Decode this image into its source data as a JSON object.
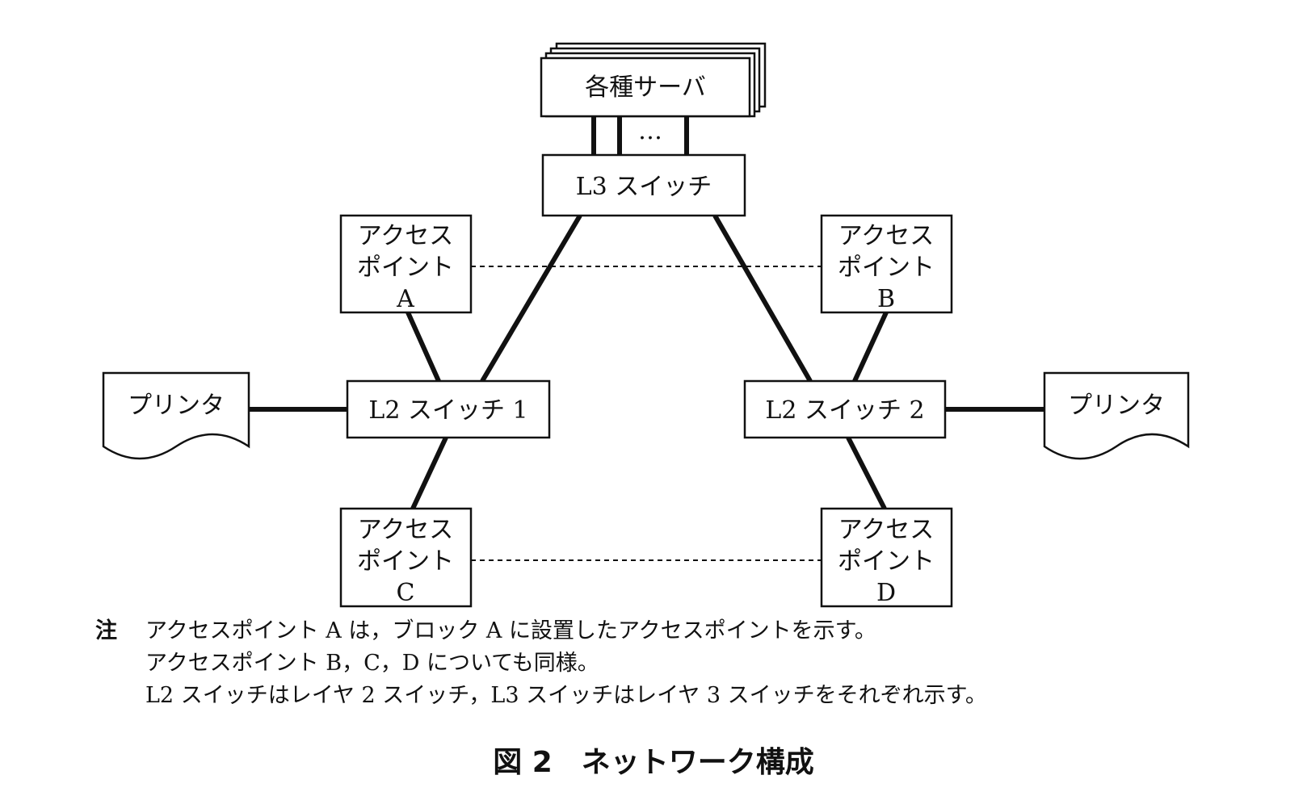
{
  "servers": {
    "label": "各種サーバ",
    "ellipsis": "…"
  },
  "l3_switch": {
    "label": "L3 スイッチ"
  },
  "l2_switch_1": {
    "label": "L2 スイッチ 1"
  },
  "l2_switch_2": {
    "label": "L2 スイッチ 2"
  },
  "access_points": [
    {
      "line1": "アクセス",
      "line2": "ポイント",
      "id": "A"
    },
    {
      "line1": "アクセス",
      "line2": "ポイント",
      "id": "B"
    },
    {
      "line1": "アクセス",
      "line2": "ポイント",
      "id": "C"
    },
    {
      "line1": "アクセス",
      "line2": "ポイント",
      "id": "D"
    }
  ],
  "printers": [
    {
      "label": "プリンタ"
    },
    {
      "label": "プリンタ"
    }
  ],
  "notes": {
    "mark": "注",
    "lines": [
      "アクセスポイント A は，ブロック A に設置したアクセスポイントを示す。",
      "アクセスポイント B，C，D についても同様。",
      "L2 スイッチはレイヤ 2 スイッチ，L3 スイッチはレイヤ 3 スイッチをそれぞれ示す。"
    ]
  },
  "caption": "図 2　ネットワーク構成"
}
